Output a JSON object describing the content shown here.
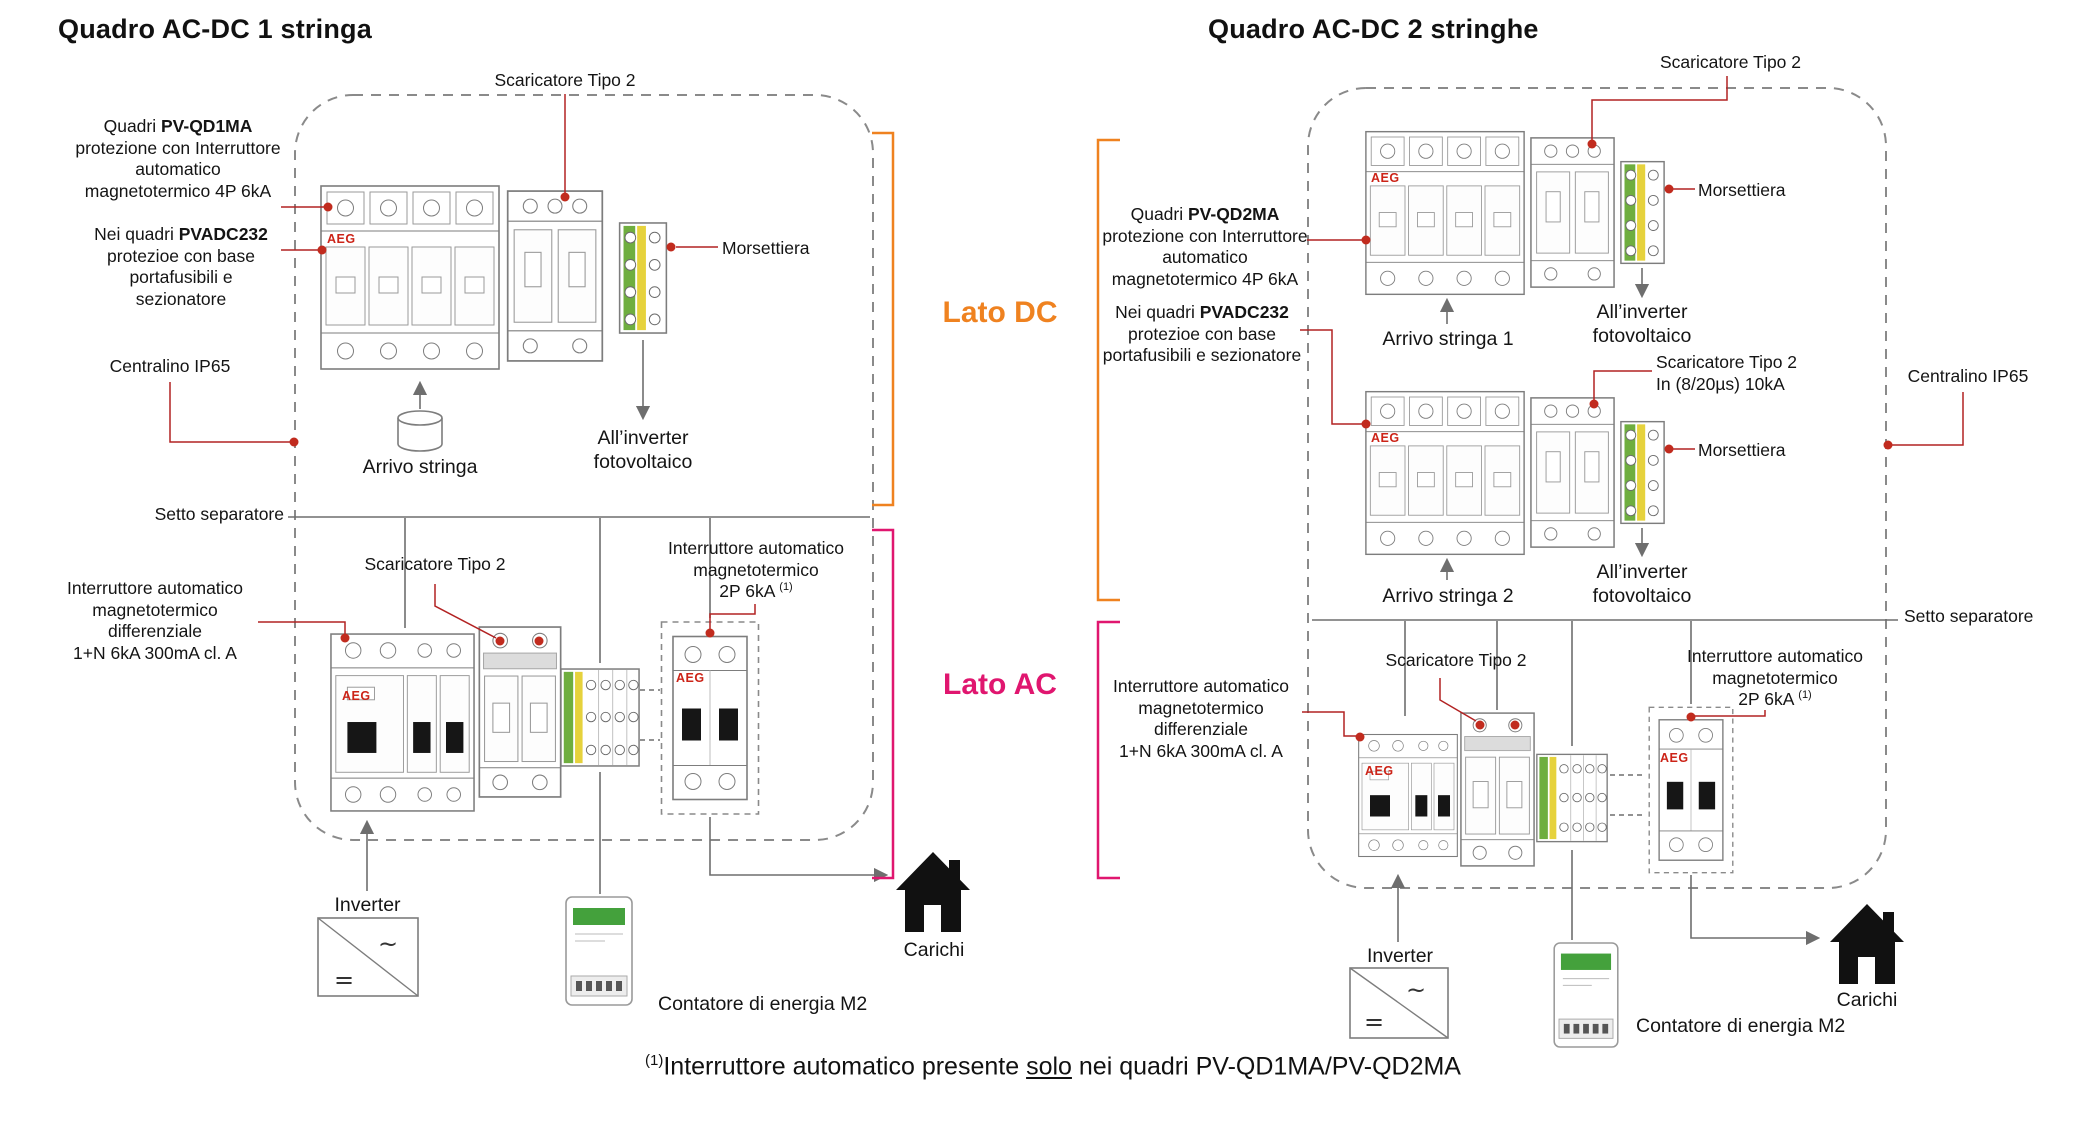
{
  "left_panel": {
    "title": "Quadro AC-DC 1 stringa",
    "scaricatore_dc": "Scaricatore Tipo 2",
    "quadri": {
      "pre": "Quadri ",
      "bold": "PV-QD1MA",
      "rest": "protezione con Interruttore automatico magnetotermico 4P 6kA"
    },
    "nei_quadri": {
      "pre": "Nei quadri ",
      "bold": "PVADC232",
      "rest": "protezioe con base portafusibili e sezionatore"
    },
    "centralino": "Centralino IP65",
    "morsettiera": "Morsettiera",
    "arrivo_stringa": "Arrivo stringa",
    "all_inverter": "All’inverter fotovoltaico",
    "setto_separatore": "Setto separatore",
    "scaricatore_ac": "Scaricatore Tipo 2",
    "mcb_2p": {
      "line1": "Interruttore automatico magnetotermico",
      "line2": "2P 6kA ",
      "sup": "(1)"
    },
    "differenziale": {
      "line1": "Interruttore automatico magnetotermico differenziale",
      "line2": "1+N 6kA 300mA cl. A"
    },
    "inverter": "Inverter",
    "contatore": "Contatore di energia M2",
    "carichi": "Carichi"
  },
  "right_panel": {
    "title": "Quadro AC-DC 2 stringhe",
    "scaricatore_dc": "Scaricatore Tipo 2",
    "quadri": {
      "pre": "Quadri ",
      "bold": "PV-QD2MA",
      "rest": "protezione con Interruttore automatico magnetotermico 4P 6kA"
    },
    "nei_quadri": {
      "pre": "Nei quadri ",
      "bold": "PVADC232",
      "rest": "protezioe con base portafusibili e sezionatore"
    },
    "morsettiera_1": "Morsettiera",
    "morsettiera_2": "Morsettiera",
    "arrivo_stringa_1": "Arrivo stringa 1",
    "arrivo_stringa_2": "Arrivo stringa 2",
    "all_inverter_1": "All’inverter fotovoltaico",
    "all_inverter_2": "All’inverter fotovoltaico",
    "scaricatore_10ka": {
      "line1": "Scaricatore Tipo 2",
      "line2": "In (8/20µs) 10kA"
    },
    "centralino": "Centralino IP65",
    "setto_separatore": "Setto separatore",
    "scaricatore_ac": "Scaricatore Tipo 2",
    "mcb_2p": {
      "line1": "Interruttore automatico magnetotermico",
      "line2": "2P 6kA ",
      "sup": "(1)"
    },
    "differenziale": {
      "line1": "Interruttore automatico magnetotermico differenziale",
      "line2": "1+N 6kA 300mA cl. A"
    },
    "inverter": "Inverter",
    "contatore": "Contatore di energia M2",
    "carichi": "Carichi"
  },
  "center": {
    "lato_dc": "Lato DC",
    "lato_ac": "Lato AC"
  },
  "footnote": {
    "sup": "(1)",
    "pre": "Interruttore automatico presente ",
    "underline": "solo",
    "post": " nei quadri PV-QD1MA/PV-QD2MA"
  },
  "components": {
    "brand": "AEG",
    "ac_symbol": "~",
    "dc_symbol": "="
  },
  "colors": {
    "leader_red": "#b22222",
    "lato_dc_orange": "#ef8220",
    "lato_ac_magenta": "#e0166f",
    "brand_red": "#cc2418",
    "terminal_green": "#6fae3f",
    "terminal_yellow": "#e6d23c",
    "meter_display_green": "#44a13c",
    "wire_gray": "#6e6e6e"
  }
}
